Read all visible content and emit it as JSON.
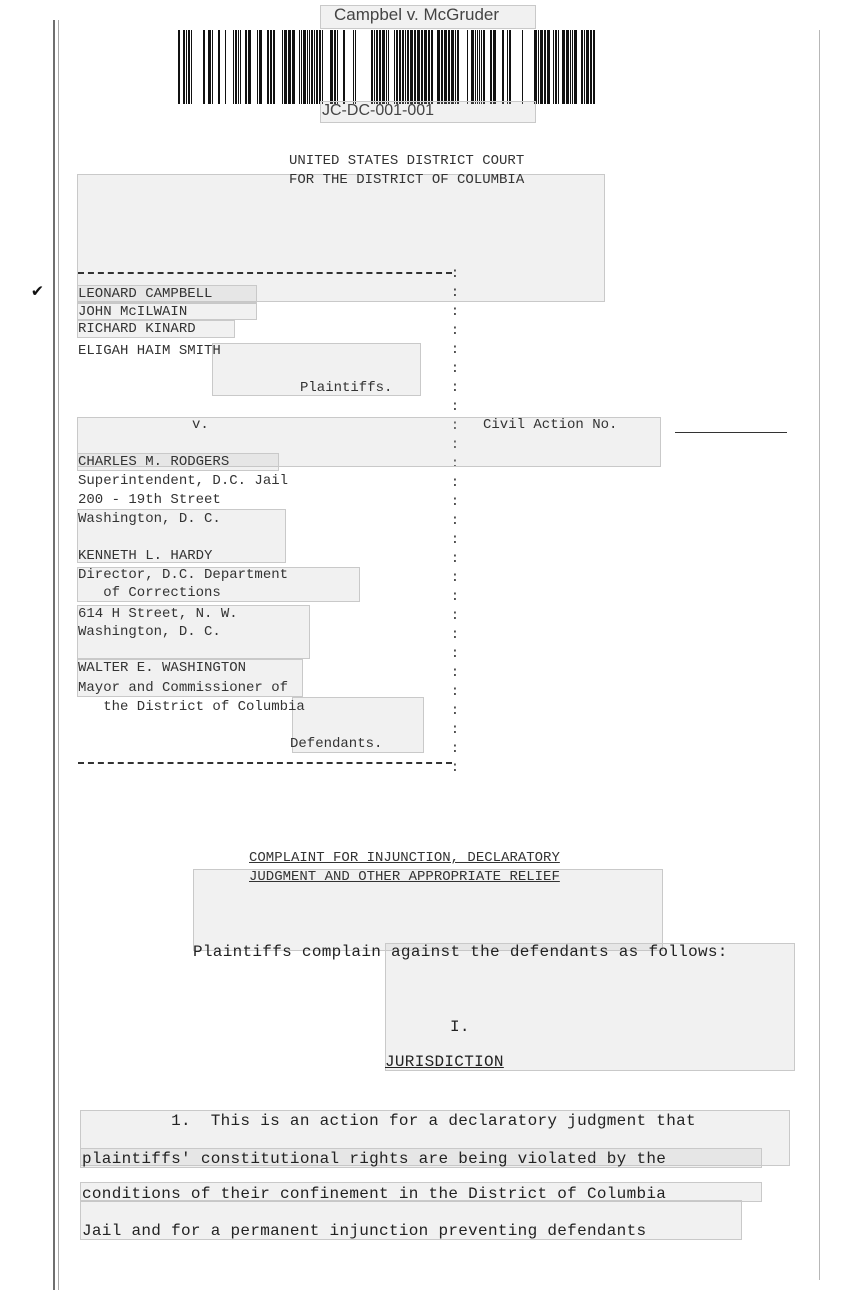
{
  "header": {
    "case_title": "Campbel v. McGruder",
    "barcode_id": "JC-DC-001-001"
  },
  "court": {
    "line1": "UNITED STATES DISTRICT COURT",
    "line2": "FOR THE DISTRICT OF COLUMBIA"
  },
  "plaintiffs": {
    "names": [
      "LEONARD CAMPBELL",
      "JOHN McILWAIN",
      "RICHARD KINARD",
      "ELIGAH HAIM SMITH"
    ],
    "label": "Plaintiffs."
  },
  "versus": "v.",
  "civil_action": "Civil Action No.",
  "defendants": {
    "d1": [
      "CHARLES M. RODGERS",
      "Superintendent, D.C. Jail",
      "200 - 19th Street",
      "Washington, D. C."
    ],
    "d2": [
      "KENNETH L. HARDY",
      "Director, D.C. Department",
      "   of Corrections",
      "614 H Street, N. W.",
      "Washington, D. C."
    ],
    "d3": [
      "WALTER E. WASHINGTON",
      "Mayor and Commissioner of",
      "   the District of Columbia"
    ],
    "label": "Defendants."
  },
  "complaint_title": {
    "line1": "COMPLAINT FOR INJUNCTION, DECLARATORY",
    "line2": "JUDGMENT AND OTHER APPROPRIATE RELIEF"
  },
  "intro": "Plaintiffs complain against the defendants as follows:",
  "section": {
    "number": "I.",
    "heading": "JURISDICTION"
  },
  "paragraph1": [
    "         1.  This is an action for a declaratory judgment that",
    "plaintiffs' constitutional rights are being violated by the",
    "conditions of their confinement in the District of Columbia",
    "Jail and for a permanent injunction preventing defendants"
  ]
}
